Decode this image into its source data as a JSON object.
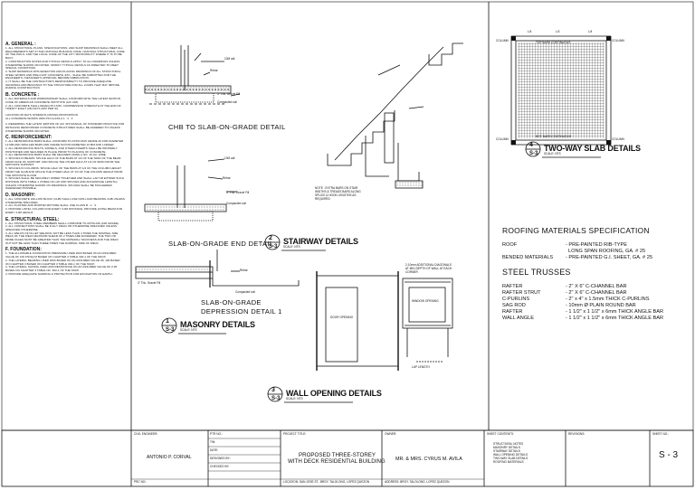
{
  "notes": {
    "general_title": "A. GENERAL :",
    "general_items": [
      "1. ALL STRUCTURAL PLANS, SPECIFICATIONS, AND SHOP DRAWINGS SHALL MEET ALL REQUIREMENTS SET IN THE NATIONAL BUILDING CODE, NATIONAL STRUCTURAL CODE OF THE PHILS. AND THE LOCAL CODE OF THE CITY MUNICIPALITY WHERE IT IS TO BE BUILT.",
      "2. CONSTRUCTION NOTES AND TYPICAL DETAILS APPLY TO ALL DRAWINGS UNLESS OTHERWISE SHOWN OR NOTED. MODIFY TYPICAL DETAILS AS DIRECTED TO MEET SPECIAL CONDITIONS.",
      "3. SHOP DRAWINGS WITH ERECTION AND PLACING DRAWINGS OF ALL STRUCTURAL STEEL WORKS AND PRE-CAST CONCRETE, ETC., SHALL BE SUBMITTED FOR THE ENGINEER'S / DESIGNER'S APPROVAL BEFORE FABRICATION.",
      "4. IT SHALL BE THE CONTRACTOR'S RESPONSIBILITY TO PROVIDE ADEQUATE SHORINGS AND BRACINGS TO THE STRUCTURE FOR ALL LOADS THAT MAY IMPOSE DURING CONSTRUCTION."
    ],
    "concrete_title": "B. CONCRETE :",
    "concrete_items": [
      "1. ALL MATERIALS AND WORKMANSHIP SHALL CONFORM WITH THE LATEST EDITION CODE OF AMERICAN CONCRETE INSTITUTE (ACI 318).",
      "2. ALL CONCRETE SHALL DEVELOP A MIN. COMPRESSIVE STRENGTH AT THE END OF TWENTY EIGHT (28) DAYS (MIX PER SI).",
      "LOCATION   28 DAYS STRENGTH   MIXING PROPORTION",
      "ALL CONCRETE WORKS   3000 PSI   CLASS A 1 : 2 : 4",
      "3. REFERRING THE LATEST EDITION OF ACI 315 MANUAL OF STANDARD PRACTICE FOR DETAILING REINFORCED CONCRETE STRUCTURES SHALL BE ADHERED TO UNLESS OTHERWISE SHOWN OR NOTED."
    ],
    "reinf_title": "C. REINFORCEMENT:",
    "reinf_items": [
      "1. ALL REINFORCING BARS SHALL CONFORM TO ASTM A615 GRADE 40 FOR DIAMETER 12 MM AND SMALLER BARS AND GRADE 60 FOR DIAMETER 16 MM AND LARGER.",
      "2. ALL REINFORCING BOLTS, DOWELS, AND OTHER INSERTS SHALL BE PROPERLY POSITIONED AND SECURED IN PLACE PRIOR TO PLACING OF CONCRETE.",
      "3. ALL REINFORCING BARS SHALL BE SECURED USING A NO. 16 GA. WIRE.",
      "4. SPLICES IN BEAMS: SPLICE HALF OF THE BARS AT 1/4 OF THE SPAN OF THE BEAM FROM FACE OF SUPPORT, AND SPLICE THE OTHER HALF AT 1/2 OF SPAN FROM THE OPPOSITE SUPPORT.",
      "5. SPLICES IN COLUMNS: SPLICE HALF OF THE BARS AT 1/2 OF THE COLUMN HEIGHT FROM THE SLAB AND SPLICE THE OTHER HALF AT 1/3 OF THE COLUMN HEIGHT FROM THE OPPOSITE FLOOR.",
      "6. SPLICES SHALL BE SECURELY WIRED TOGETHER AND SHALL LAP OR EXTEND SUCH DISTANCE WITH TABLE 1 (TABLE OF LAP AND SPLICES AND ANCHORAGE LENGTH) UNLESS OTHERWISE SHOWN ON DRAWINGS. SPLICES SHALL BE STAGGERED WHENEVER POSSIBLE."
    ],
    "masonry_title": "D. MASONRY:",
    "masonry_items": [
      "1. ALL CONCRETE HOLLOW BLOCK (CHB) SHALL USE NON-LOAD BEARING CHB UNLESS OTHERWISE SPECIFIED.",
      "2. ALL PLASTER AND MORTAR MIXTURE SHALL USE CLASS B - 1 : 3.",
      "3. PROVIDE LINTEL COLUMN FOR EVERY 3.0M DISTANCE. PROVIDE LINTEL BEAM FOR EVERY 3.0M HEIGHT."
    ],
    "steel_title": "E. STRUCTURAL STEEL:",
    "steel_items": [
      "1. ALL STRUCTURAL STEEL MEMBERS SHALL CONFORM TO ASTM A36 (A36 GRADE).",
      "2. ALL CONNECTIONS SHALL BE FULLY WELD OR OTHERWISE SPECIFIED UNLESS SPECIFIED OTHERWISE.",
      "3. ALL WELDS OF FILLET WELDING NOT BE LESS THAN 4 TIMES THE NOMINAL SIZE WELD OF THE WELD MAXIMUM SHEAR OF 2 TIMES ARE EXCEEDED. THE TWO OR MORE FACES MUST BE GREATER THAN THE MATERIAL THICKNESS AND THE WELD OUT NOT BE LESS THAN THREE TIMES THE NOMINAL SIZE OF WELD."
    ],
    "foundation_title": "F. FOUNDATION:",
    "foundation_items": [
      "1. THE ALLOWABLE FOUNDATION PRESSURE USED WAS BASED ON AN ASSUMED VALUE OF 100 KN/SQ.M BASED ON CHAPTER 3 TABLE 302-1 OF THE NSCP.",
      "2. THE LATERAL BEARING USED WAS BASED ON AN ASSUMED VALUE OF 100 BASED ON CHAPTER 3 BASED ON CHAPTER 3 TABLE 302-1 OF THE NSCP.",
      "3. THE LATERAL SLIDING USED AND RESISTANCE ON AN ASSUMED VALUE OF 0.35 BASED ON CHAPTER 3 TABLE NO. 302-1 OF THE NSCP.",
      "4. PROVIDE ADEQUATE SHORING & PROTECTION FOR EXCAVATION OF EARTH."
    ]
  },
  "details": {
    "chb_slab": "CHB TO SLAB-ON-GRADE DETAIL",
    "slab_end": "SLAB-ON-GRADE END DETAIL",
    "depression_line1": "SLAB-ON-GRADE",
    "depression_line2": "DEPRESSION DETAIL 1",
    "stairway": "STAIRWAY DETAILS",
    "masonry": "MASONRY DETAILS",
    "wall_opening": "WALL OPENING DETAILS",
    "two_way": "TWO-WAY SLAB DETAILS",
    "stair_num": "2",
    "masonry_num": "1",
    "wall_num": "3",
    "twoway_num": "4",
    "sheet_ref": "S-3",
    "scale_label": "SCALE: NTS"
  },
  "labels": {
    "bar_size": "10M adl",
    "rebar": "Rebar",
    "gravel_fill": "3\" Thk. Gravel Fill",
    "compacted_soil": "Compacted soil",
    "top_bars": "TOP BARS CONTINUOUS",
    "bot_bars": "BOT. BARS CONTINUOUS",
    "column": "COLUMN",
    "door_opening": "DOOR OPENING",
    "window_opening": "WINDOW OPENING",
    "two_one": "2-10mm ADDITIONAL DIAGONALS AT MID-DEPTH OF WALL AT EACH CORNER",
    "bar_note": "NOTE : EXTRA BARS ON STAIR WIDTHS & TREADS BARS ALONG SPLICE & HOOK LENGTHS AS REQUIRED",
    "lap_length": "LAP LENGTH",
    "l_over_3": "L/3",
    "l_over_4": "L/4"
  },
  "roofing": {
    "title": "ROOFING MATERIALS SPECIFICATION",
    "rows": [
      {
        "k": "ROOF",
        "v": "- PRE-PAINTED RIB-TYPE"
      },
      {
        "k": "",
        "v": "LONG SPAN ROOFING, GA. # 25"
      },
      {
        "k": "BENDED MATERIALS",
        "v": "- PRE-PAINTED G.I. SHEET, GA. # 25"
      }
    ],
    "trusses_title": "STEEL TRUSSES",
    "trusses": [
      {
        "k": "RAFTER",
        "v": "- 2\" X 6\" C-CHANNEL BAR"
      },
      {
        "k": "RAFTER STRUT",
        "v": "- 2\" X 6\" C-CHANNEL BAR"
      },
      {
        "k": "C-PURLINS",
        "v": "- 2\" x 4\" x 1.5mm THICK C-PURLINS"
      },
      {
        "k": "SAG ROD",
        "v": "- 10mm Ø PLAIN ROUND BAR"
      },
      {
        "k": "RAFTER",
        "v": "- 1 1/2\" x 1 1/2\" x 6mm THICK ANGLE BAR"
      },
      {
        "k": "WALL ANGLE",
        "v": "- 1 1/2\" x 1 1/2\" x 6mm THICK ANGLE BAR"
      }
    ]
  },
  "titleblock": {
    "civil_engineer_label": "CIVIL ENGINEER:",
    "engineer_name": "ANTONIO P. CORVAL",
    "project_title_label": "PROJECT TITLE:",
    "project_title_1": "PROPOSED THREE-STOREY",
    "project_title_2": "WITH DECK RESIDENTIAL BUILDING",
    "location_label": "LOCATION: SAN JOSE ST., BRGY. TALOLONG, LOPEZ QUEZON",
    "owner_label": "OWNER:",
    "owner_name": "MR. & MRS. CYRUS M. AVILA",
    "address_label": "ADDRESS: BRGY. TALOLONG, LOPEZ QUEZON",
    "sheet_contents_label": "SHEET CONTENTS:",
    "sheet_contents": [
      "STRUCTURAL NOTES",
      "MASONRY DETAILS",
      "STAIRWAY DETAILS",
      "WALL OPENING DETAILS",
      "TWO-WAY SLAB DETAILS",
      "ROOFING MATERIALS"
    ],
    "revisions_label": "REVISIONS:",
    "sheet_no_label": "SHEET NO.:",
    "sheet_no": "S - 3",
    "prc_label": "PRC NO.:",
    "ptr_label": "PTR NO.:",
    "tin_label": "TIN:",
    "date_label": "DATE:",
    "designed_label": "DESIGNED BY:",
    "checked_label": "CHECKED BY:"
  }
}
